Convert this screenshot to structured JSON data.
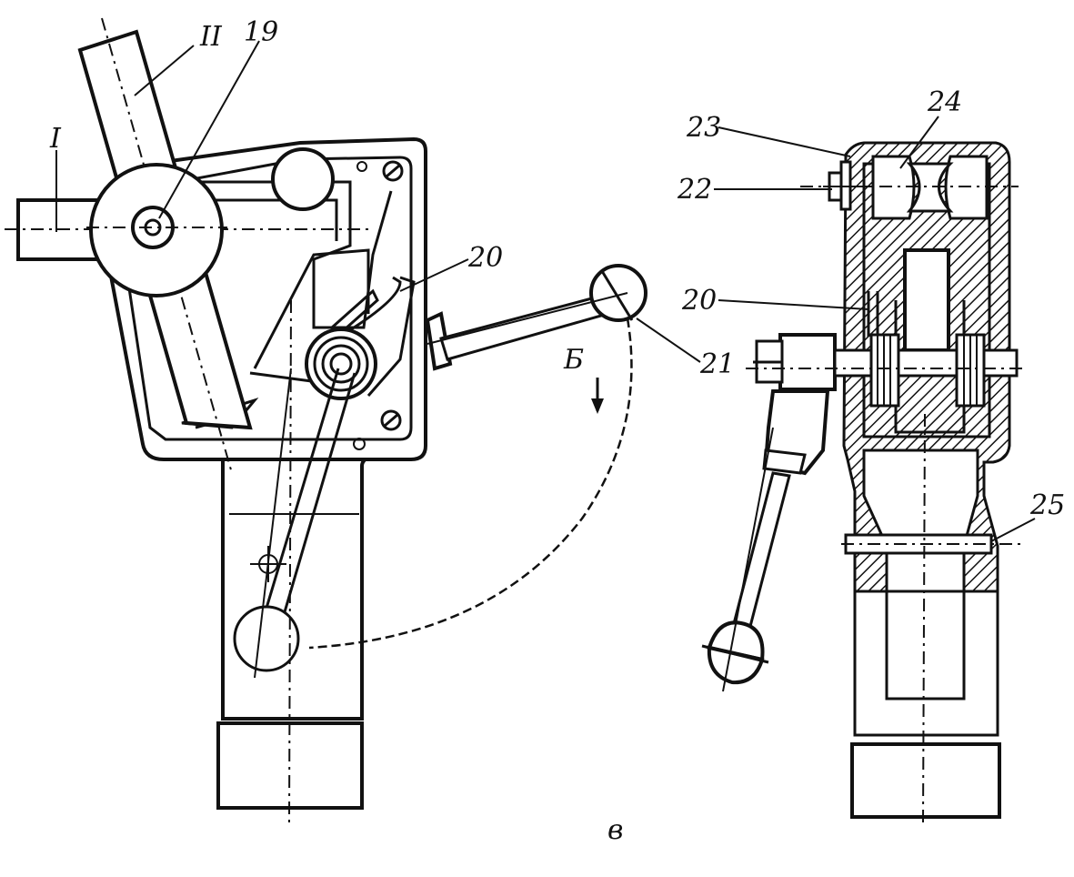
{
  "figure": {
    "panel_label": "в",
    "arrow_label": "Б",
    "left_view": {
      "axis_labels": [
        "I",
        "II"
      ],
      "callouts": [
        "19",
        "20",
        "21"
      ]
    },
    "right_view": {
      "callouts": [
        "23",
        "24",
        "22",
        "20",
        "25"
      ]
    }
  }
}
